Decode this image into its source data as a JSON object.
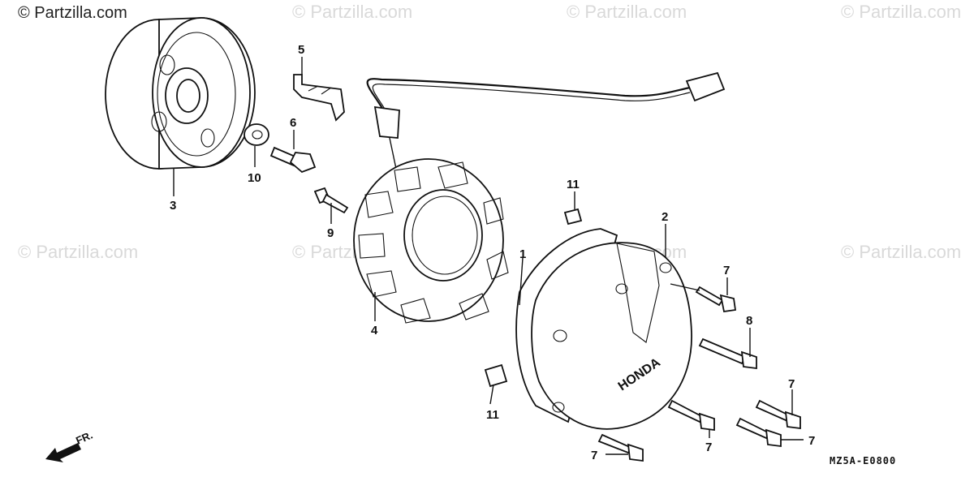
{
  "watermarks": {
    "brand": "© Partzilla.com"
  },
  "callouts": {
    "c1": "1",
    "c2": "2",
    "c3": "3",
    "c4": "4",
    "c5": "5",
    "c6": "6",
    "c7": "7",
    "c8": "8",
    "c9": "9",
    "c10": "10",
    "c11": "11"
  },
  "front_arrow_label": "FR.",
  "cover_brand": "HONDA",
  "diagram_code": "MZ5A-E0800",
  "colors": {
    "ink": "#111111",
    "watermark": "#d9d9d9",
    "background": "#ffffff"
  }
}
